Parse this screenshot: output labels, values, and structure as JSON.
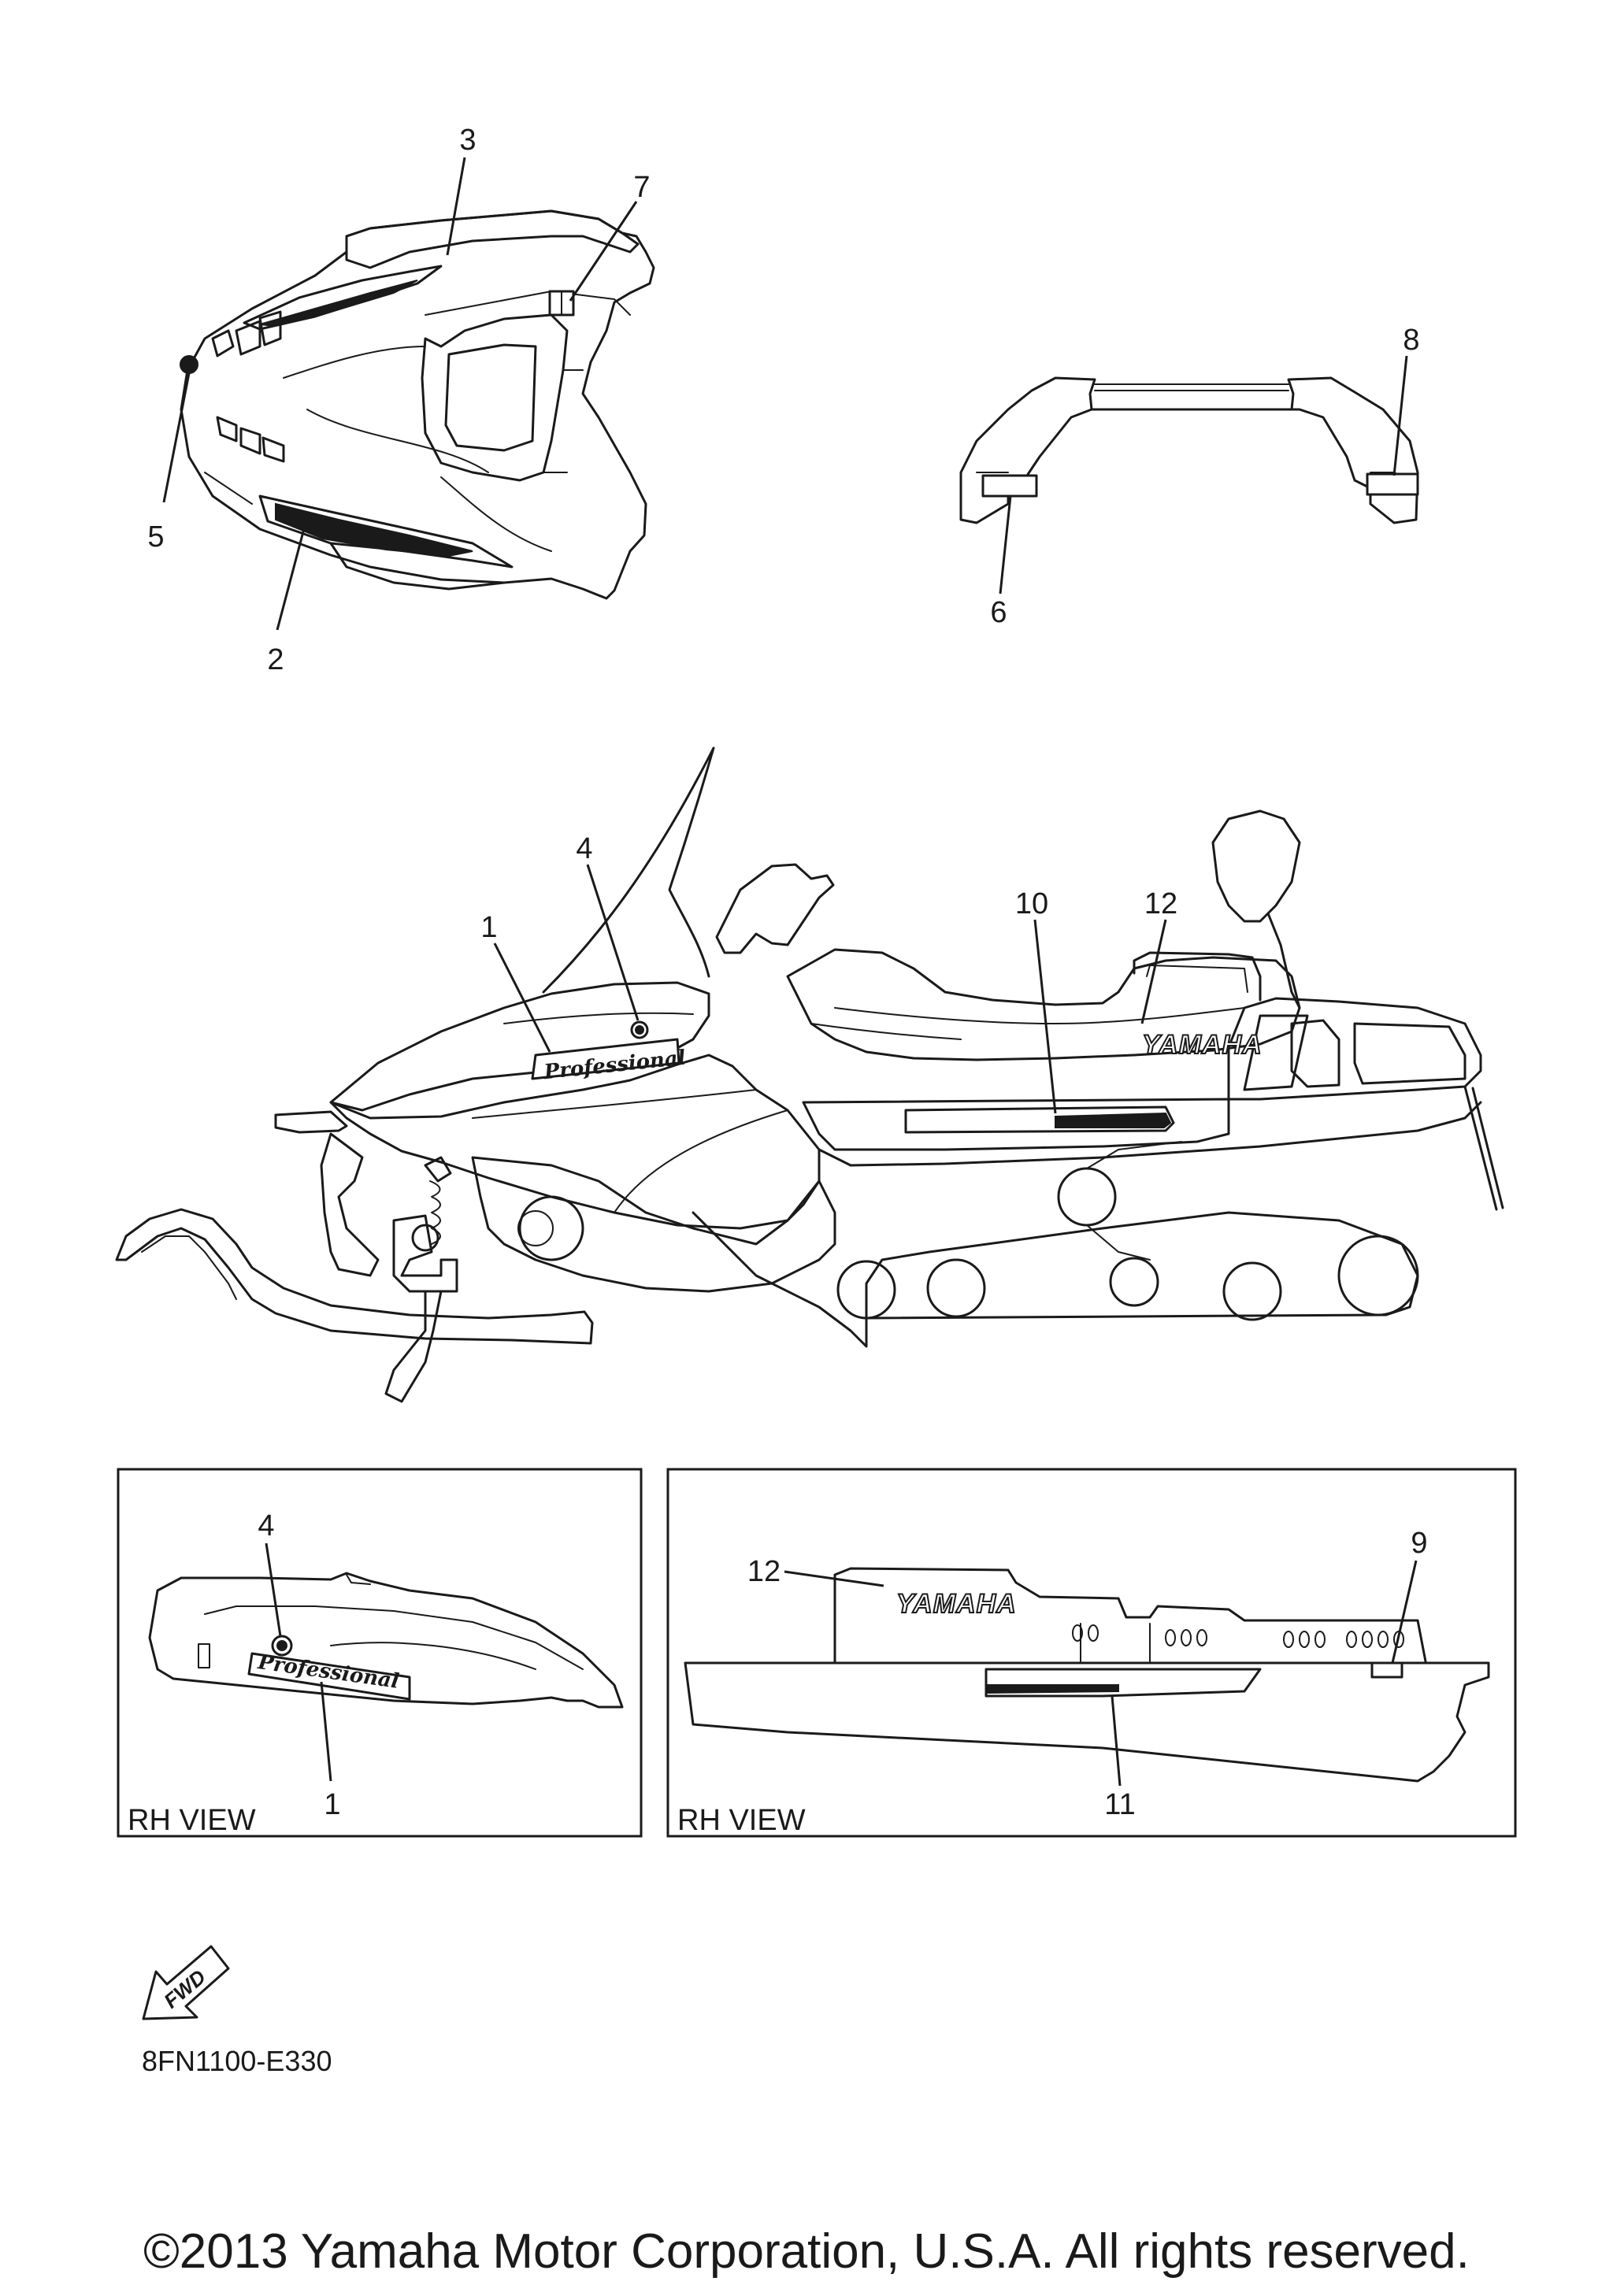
{
  "callouts": {
    "c1": "1",
    "c2": "2",
    "c3": "3",
    "c4": "4",
    "c5": "5",
    "c6": "6",
    "c7": "7",
    "c8": "8",
    "c9": "9",
    "c10": "10",
    "c11": "11",
    "c12": "12"
  },
  "inset_left": {
    "label": "RH VIEW",
    "callout_4": "4",
    "callout_1": "1"
  },
  "inset_right": {
    "label": "RH VIEW",
    "callout_12": "12",
    "callout_9": "9",
    "callout_11": "11"
  },
  "decals": {
    "brand": "YAMAHA",
    "model_script": "Professional"
  },
  "fwd_arrow": "FWD",
  "diagram_code": "8FN1100-E330",
  "copyright": "©2013 Yamaha Motor Corporation, U.S.A. All rights reserved."
}
